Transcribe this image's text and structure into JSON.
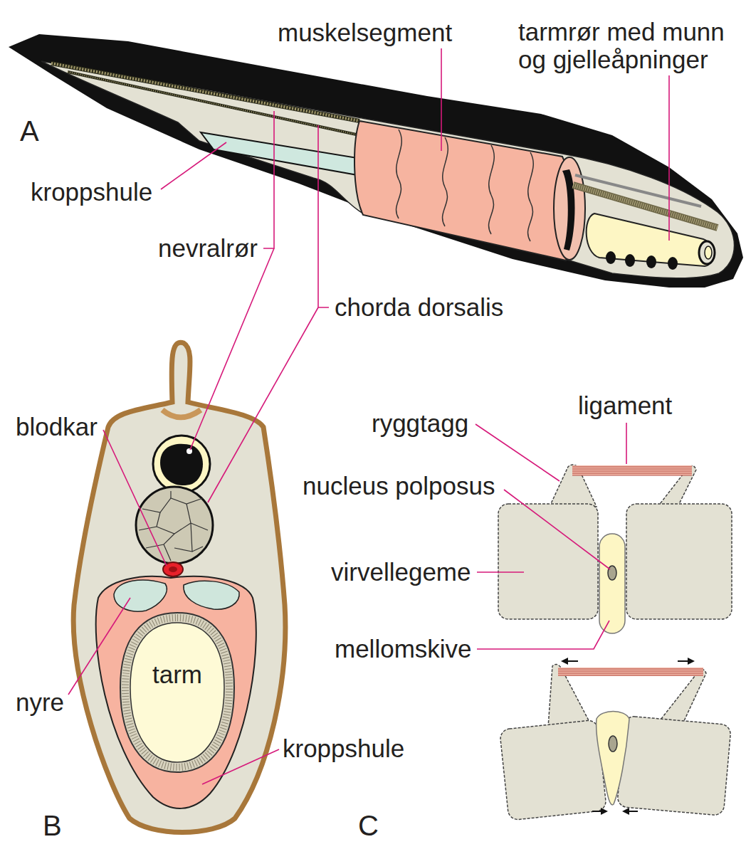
{
  "diagram": {
    "nodes": [
      {
        "text": [
          "tarm"
        ]
      }
    ],
    "labels": [
      "muskelsegment",
      "tarmrør med munn og gjelleåpninger",
      "A",
      "kroppshule",
      "nevralrør",
      "chorda dorsalis",
      "blodkar",
      "ryggtagg",
      "ligament",
      "nucleus polposus",
      "virvellegeme",
      "mellomskive",
      "nyre",
      "kroppshule",
      "B",
      "C"
    ]
  }
}
